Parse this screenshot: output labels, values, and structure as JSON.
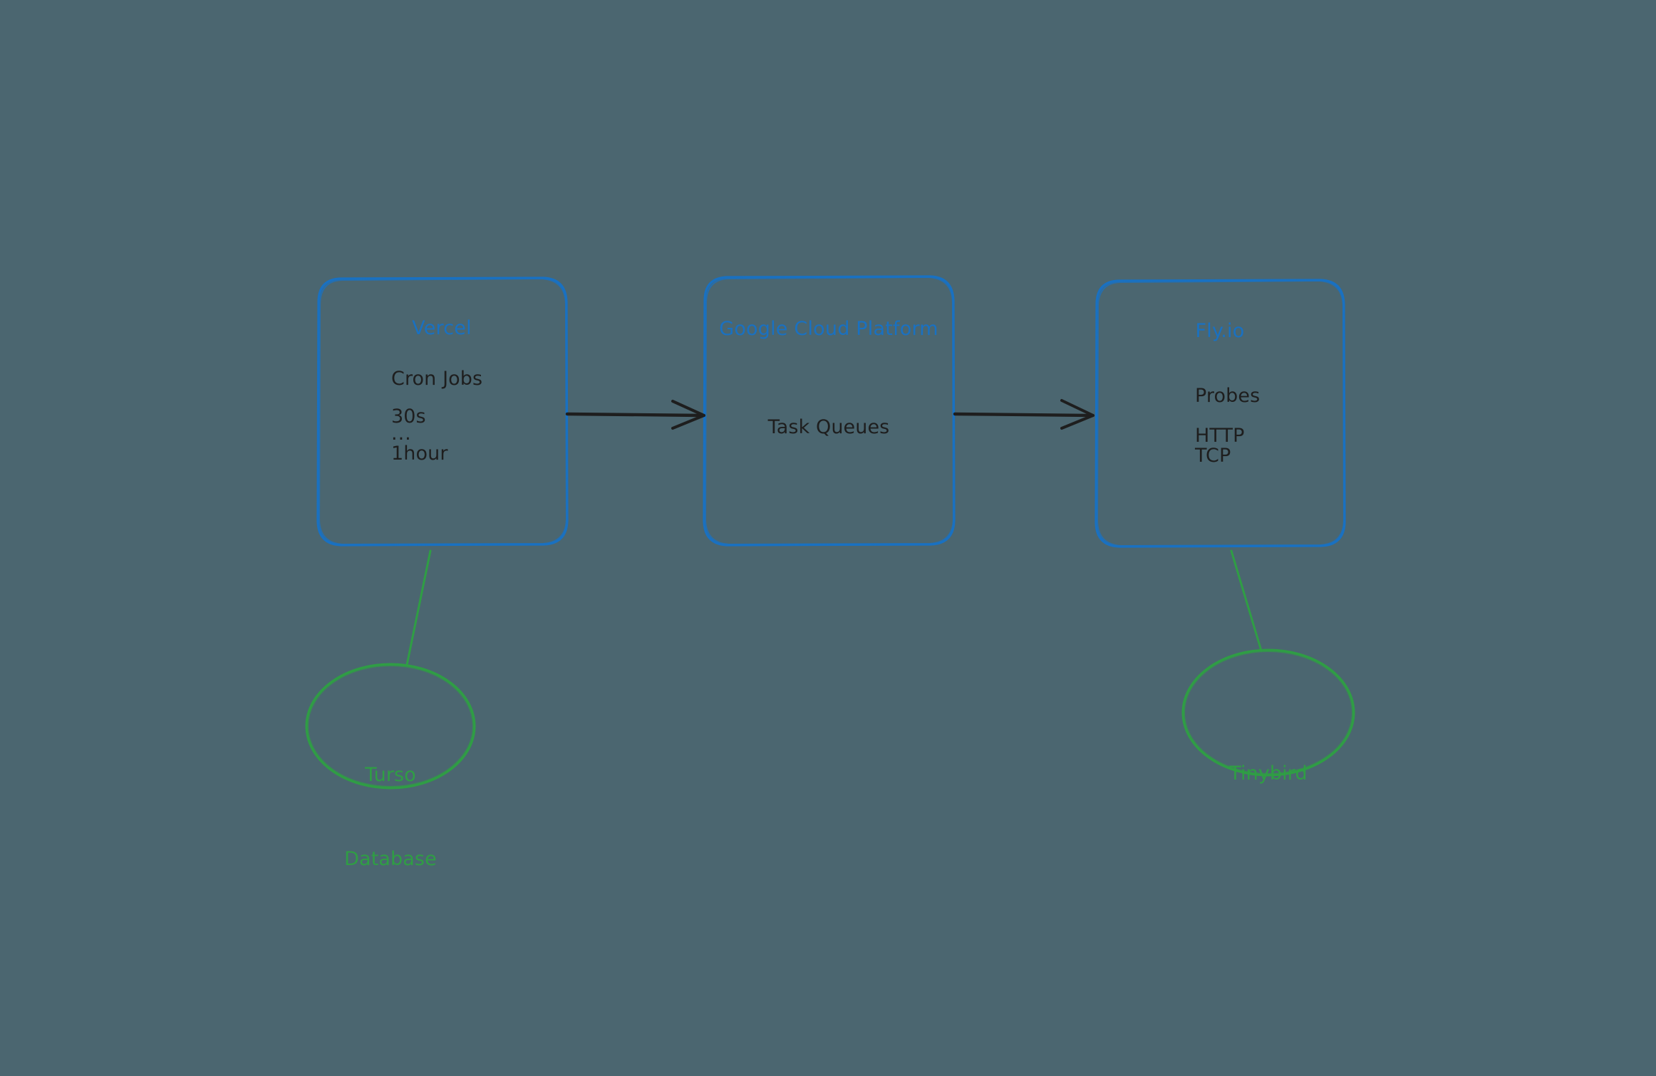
{
  "diagram": {
    "background_color": "#4b6670",
    "box_stroke_color": "#1971c2",
    "box_title_color": "#1971c2",
    "body_text_color": "#1e1e1e",
    "ellipse_stroke_color": "#2f9e44",
    "ellipse_text_color": "#2f9e44",
    "arrow_color": "#1e1e1e",
    "nodes": [
      {
        "id": "vercel",
        "title": "Vercel",
        "lines": [
          "Cron Jobs",
          "30s",
          "...",
          "1hour"
        ]
      },
      {
        "id": "gcp",
        "title": "Google Cloud Platform",
        "lines": [
          "Task Queues"
        ]
      },
      {
        "id": "flyio",
        "title": "Fly.io",
        "lines": [
          "Probes",
          "HTTP",
          "TCP"
        ]
      }
    ],
    "datastores": [
      {
        "id": "turso",
        "line1": "Turso",
        "line2": "Database"
      },
      {
        "id": "tinybird",
        "line1": "Tinybird",
        "line2": ""
      }
    ]
  }
}
